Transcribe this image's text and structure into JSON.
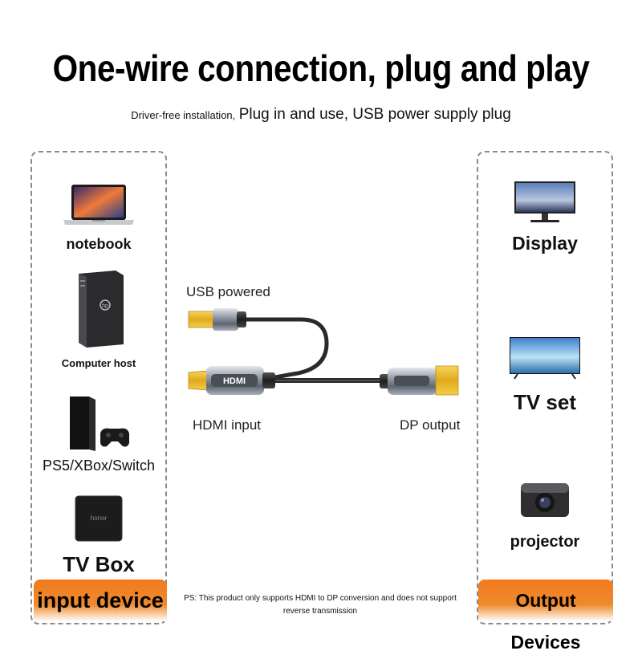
{
  "title": "One-wire connection, plug and play",
  "subtitle": {
    "small": "Driver-free installation,",
    "big": "Plug in and use, USB power supply plug"
  },
  "input_devices": [
    {
      "label": "notebook",
      "icon": "laptop-icon"
    },
    {
      "label": "Computer host",
      "icon": "desktop-tower-icon"
    },
    {
      "label": "PS5/XBox/Switch",
      "icon": "game-console-icon"
    },
    {
      "label": "TV Box",
      "icon": "tv-box-icon"
    }
  ],
  "output_devices": [
    {
      "label": "Display",
      "icon": "monitor-icon"
    },
    {
      "label": "TV set",
      "icon": "tv-icon"
    },
    {
      "label": "projector",
      "icon": "projector-icon"
    }
  ],
  "cable": {
    "usb_label": "USB powered",
    "hdmi_label": "HDMI input",
    "dp_label": "DP output",
    "hdmi_plug_text": "HDMI"
  },
  "banners": {
    "input": "input device",
    "output": "Output Devices"
  },
  "note": "PS: This product only supports HDMI to DP conversion and does not support reverse transmission",
  "colors": {
    "banner_orange": "#f27a1d",
    "connector_gold": "#e8b930",
    "cable_dark": "#2a2a2a"
  }
}
